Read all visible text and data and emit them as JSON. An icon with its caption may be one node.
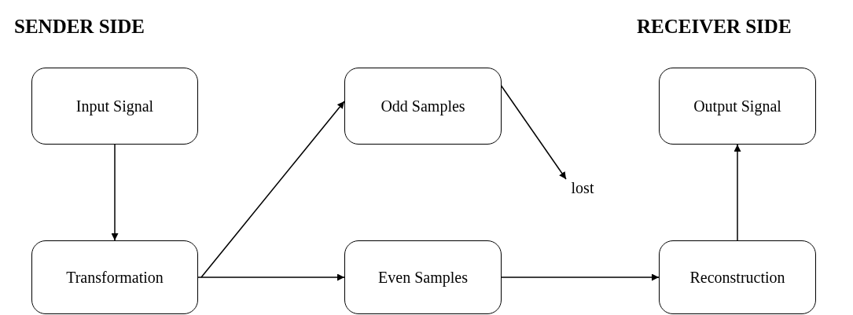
{
  "diagram": {
    "nodes": [
      {
        "text": [
          "Input Signal"
        ]
      },
      {
        "text": [
          "Transformation"
        ]
      },
      {
        "text": [
          "Odd Samples"
        ]
      },
      {
        "text": [
          "Even Samples"
        ]
      },
      {
        "text": [
          "Output Signal"
        ]
      },
      {
        "text": [
          "Reconstruction"
        ]
      },
      {
        "text": [
          "lost"
        ]
      }
    ],
    "edges": [
      {
        "from": 0,
        "to": 1,
        "arrow": "to"
      },
      {
        "from": 1,
        "to": 2,
        "arrow": "to"
      },
      {
        "from": 1,
        "to": 3,
        "arrow": "to"
      },
      {
        "from": 2,
        "to": 6,
        "arrow": "to"
      },
      {
        "from": 3,
        "to": 5,
        "arrow": "to"
      },
      {
        "from": 5,
        "to": 4,
        "arrow": "to"
      }
    ],
    "labels": [
      "SENDER SIDE",
      "RECEIVER SIDE"
    ]
  }
}
